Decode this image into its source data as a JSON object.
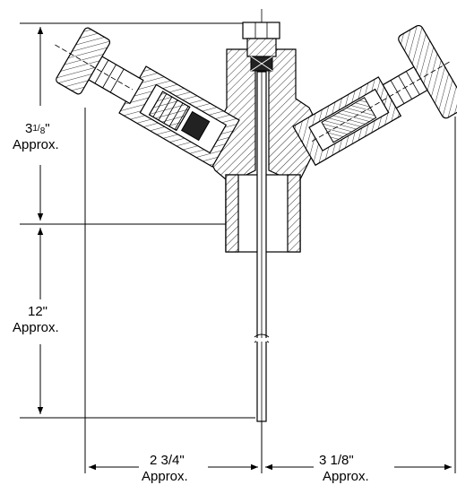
{
  "dimensions": {
    "top_height_whole": "3",
    "top_height_fraction_num": "1",
    "top_height_fraction_den": "8",
    "top_height_suffix": "\"",
    "top_height_approx": "Approx.",
    "stem_length": "12\"",
    "stem_length_approx": "Approx.",
    "left_width": "2 3/4\"",
    "left_width_approx": "Approx.",
    "right_width": "3 1/8\"",
    "right_width_approx": "Approx."
  },
  "colors": {
    "line": "#000000",
    "background": "#ffffff"
  }
}
